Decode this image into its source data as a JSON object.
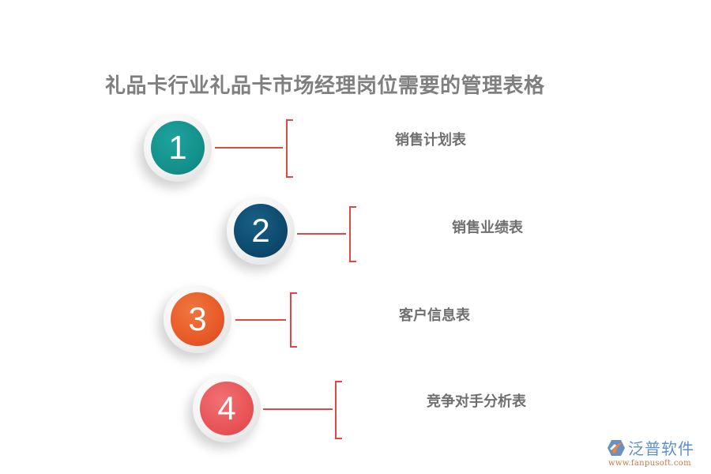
{
  "title": "礼品卡行业礼品卡市场经理岗位需要的管理表格",
  "items": [
    {
      "number": "1",
      "label": "销售计划表",
      "color": "#14918c"
    },
    {
      "number": "2",
      "label": "销售业绩表",
      "color": "#0d4a6e"
    },
    {
      "number": "3",
      "label": "客户信息表",
      "color": "#e85a28"
    },
    {
      "number": "4",
      "label": "竞争对手分析表",
      "color": "#e85457"
    }
  ],
  "accent_line_color": "#e04848",
  "logo": {
    "icon": "fanpu-logo-icon",
    "name": "泛普软件",
    "url": "www.fanpusoft.com"
  }
}
